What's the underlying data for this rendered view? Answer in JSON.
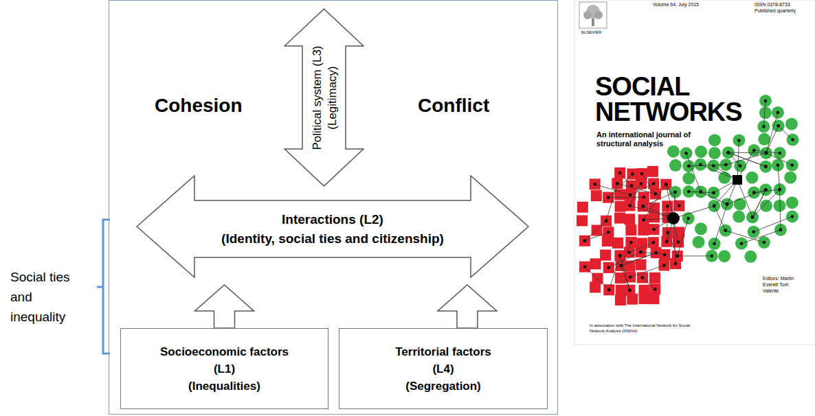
{
  "diagram": {
    "nodes": [
      {
        "text": [
          "Cohesion",
          "Conflict"
        ]
      },
      {
        "text": [
          "Political system (L3)",
          "(Legitimacy)"
        ],
        "in": 0
      },
      {
        "text": [
          "Interactions (L2)",
          "(Identity, social ties and citizenship)"
        ],
        "in": 0
      },
      {
        "text": [
          "Socioeconomic factors",
          "(L1)",
          "(Inequalities)"
        ],
        "in": 0
      },
      {
        "text": [
          "Territorial factors",
          "(L4)",
          "(Segregation)"
        ],
        "in": 0
      }
    ],
    "edges": [
      {
        "from": 3,
        "to": 2,
        "arrow": "to"
      },
      {
        "from": 4,
        "to": 2,
        "arrow": "to"
      }
    ],
    "labels": [
      "Social ties and inequality",
      "Volume 64, July 2015",
      "ISSN 0378-8733",
      "Published quarterly",
      "ELSEVIER",
      "SOCIAL NETWORKS",
      "An international journal of structural analysis",
      "Editors: Martin Everett Tom Valente",
      "In association with The International Network for Social Network Analysis (INSNA)"
    ]
  }
}
